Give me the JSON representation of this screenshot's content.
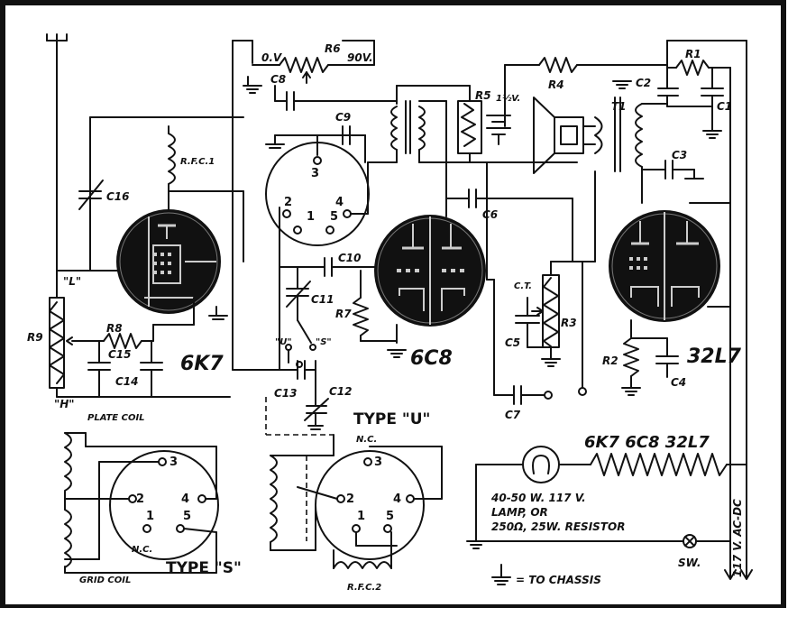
{
  "tubes": {
    "t1": "6K7",
    "t2": "6C8",
    "t3": "32L7"
  },
  "components": {
    "r1": "R1",
    "r2": "R2",
    "r3": "R3",
    "r4": "R4",
    "r5": "R5",
    "r6": "R6",
    "r7": "R7",
    "r8": "R8",
    "r9": "R9",
    "c1": "C1",
    "c2": "C2",
    "c3": "C3",
    "c4": "C4",
    "c5": "C5",
    "c6": "C6",
    "c7": "C7",
    "c8": "C8",
    "c9": "C9",
    "c10": "C10",
    "c11": "C11",
    "c12": "C12",
    "c13": "C13",
    "c14": "C14",
    "c15": "C15",
    "c16": "C16",
    "t1": "T1",
    "rfc1": "R.F.C.1",
    "rfc2": "R.F.C.2"
  },
  "labels": {
    "ov": "0.V",
    "v90": "90V.",
    "L": "\"L\"",
    "H": "\"H\"",
    "U_sw": "\"U\"",
    "S_sw": "\"S\"",
    "ct": "C.T.",
    "battery": "1½V.",
    "plate_coil": "PLATE COIL",
    "grid_coil": "GRID COIL",
    "nc": "N.C.",
    "nc2": "N.C.",
    "type_s": "TYPE \"S\"",
    "type_u": "TYPE \"U\"",
    "lamp1": "40-50 W. 117 V.",
    "lamp2": "LAMP, OR",
    "lamp3": "250Ω, 25W. RESISTOR",
    "ac": "117 V. AC-DC",
    "sw": "SW.",
    "chassis": "= TO CHASSIS",
    "heaters": "6K7  6C8  32L7"
  },
  "socket_pins": {
    "p1": "1",
    "p2": "2",
    "p3": "3",
    "p4": "4",
    "p5": "5"
  }
}
